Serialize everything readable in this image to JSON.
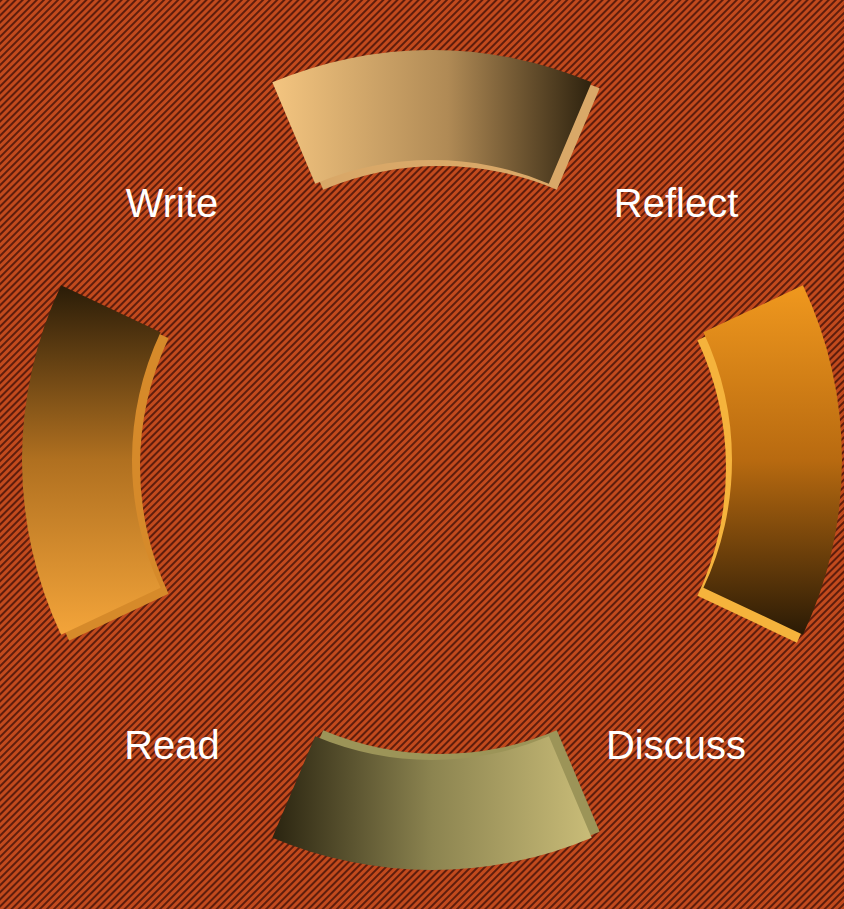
{
  "diagram": {
    "labels": [
      "Write",
      "Reflect",
      "Read",
      "Discuss"
    ]
  }
}
